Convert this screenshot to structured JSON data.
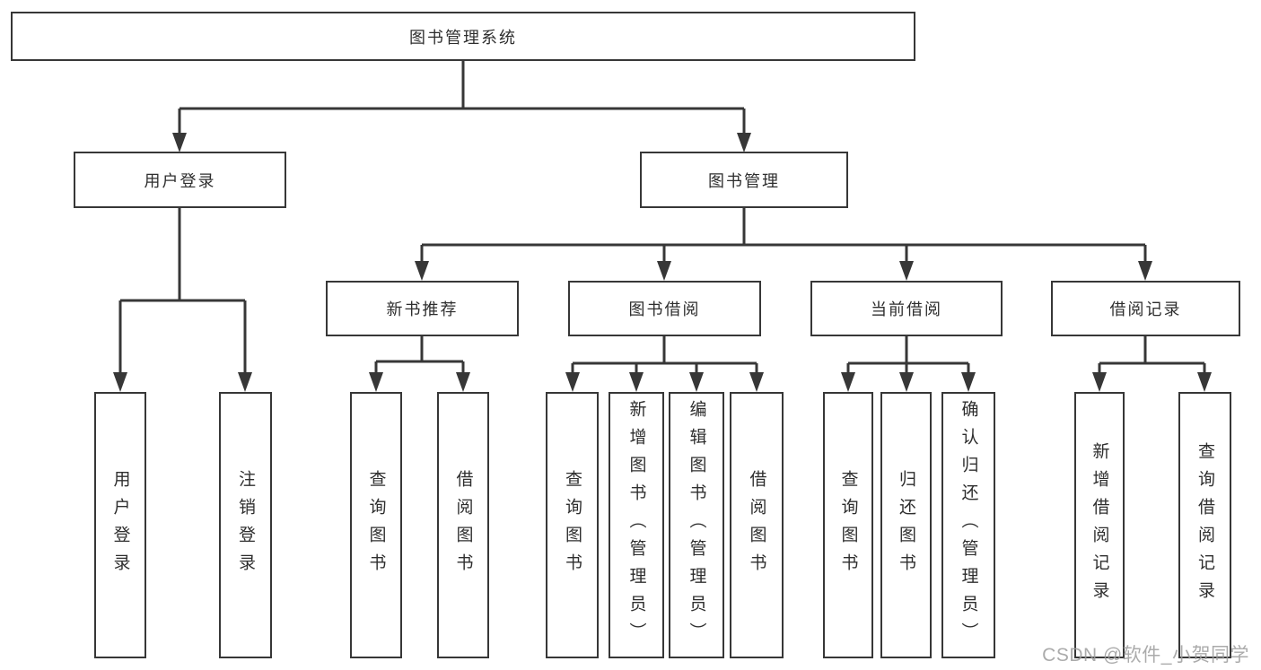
{
  "diagram": {
    "root": {
      "label": "图书管理系统"
    },
    "branches": [
      {
        "label": "用户登录",
        "children": [
          {
            "label": "用户登录"
          },
          {
            "label": "注销登录"
          }
        ]
      },
      {
        "label": "图书管理",
        "sections": [
          {
            "label": "新书推荐",
            "children": [
              {
                "label": "查询图书"
              },
              {
                "label": "借阅图书"
              }
            ]
          },
          {
            "label": "图书借阅",
            "children": [
              {
                "label": "查询图书"
              },
              {
                "label": "新增图书（管理员）"
              },
              {
                "label": "编辑图书（管理员）"
              },
              {
                "label": "借阅图书"
              }
            ]
          },
          {
            "label": "当前借阅",
            "children": [
              {
                "label": "查询图书"
              },
              {
                "label": "归还图书"
              },
              {
                "label": "确认归还（管理员）"
              }
            ]
          },
          {
            "label": "借阅记录",
            "children": [
              {
                "label": "新增借阅记录"
              },
              {
                "label": "查询借阅记录"
              }
            ]
          }
        ]
      }
    ]
  },
  "watermark": {
    "text": "CSDN @软件_小贺同学"
  },
  "colors": {
    "line": "#373737",
    "text": "#2e2e2e",
    "background": "#ffffff",
    "watermark": "#9c9c9c"
  }
}
